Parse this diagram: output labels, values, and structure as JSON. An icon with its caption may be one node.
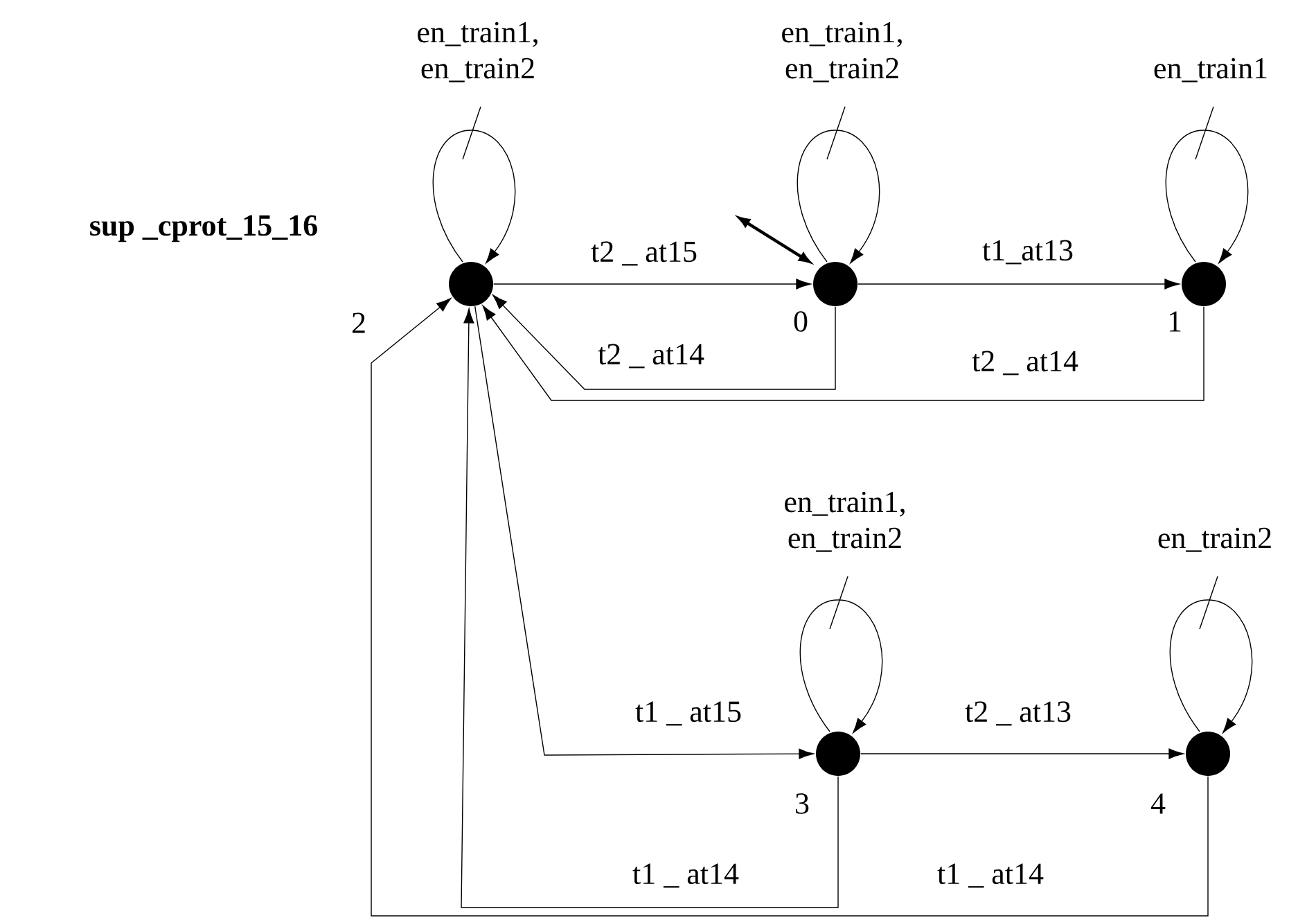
{
  "diagram": {
    "title": "sup _cprot_15_16",
    "nodes": [
      {
        "text": [],
        "shape": "circle",
        "beside": [
          "2"
        ]
      },
      {
        "text": [],
        "shape": "circle",
        "beside": [
          "0"
        ]
      },
      {
        "text": [],
        "shape": "circle",
        "beside": [
          "1"
        ]
      },
      {
        "text": [],
        "shape": "circle",
        "beside": [
          "3"
        ]
      },
      {
        "text": [],
        "shape": "circle",
        "beside": [
          "4"
        ]
      }
    ],
    "edges": [
      {
        "from": 0,
        "to": 0,
        "arrow": "to",
        "label": "en_train1, en_train2"
      },
      {
        "from": 1,
        "to": 1,
        "arrow": "to",
        "label": "en_train1, en_train2"
      },
      {
        "from": 2,
        "to": 2,
        "arrow": "to",
        "label": "en_train1"
      },
      {
        "from": 3,
        "to": 3,
        "arrow": "to",
        "label": "en_train1, en_train2"
      },
      {
        "from": 4,
        "to": 4,
        "arrow": "to",
        "label": "en_train2"
      },
      {
        "from": null,
        "to": 1,
        "arrow": "both",
        "style": "thick"
      },
      {
        "from": 0,
        "to": 1,
        "arrow": "to",
        "label": "t2 _ at15"
      },
      {
        "from": 1,
        "to": 2,
        "arrow": "to",
        "label": "t1_at13"
      },
      {
        "from": 1,
        "to": 0,
        "arrow": "to",
        "label": "t2 _ at14"
      },
      {
        "from": 2,
        "to": 0,
        "arrow": "to",
        "label": "t2 _ at14"
      },
      {
        "from": 0,
        "to": 3,
        "arrow": "to",
        "label": "t1 _ at15"
      },
      {
        "from": 3,
        "to": 0,
        "arrow": "to",
        "label": "t1 _ at14"
      },
      {
        "from": 3,
        "to": 4,
        "arrow": "to",
        "label": "t2 _ at13"
      },
      {
        "from": 4,
        "to": 0,
        "arrow": "to",
        "label": "t1 _ at14"
      }
    ]
  }
}
